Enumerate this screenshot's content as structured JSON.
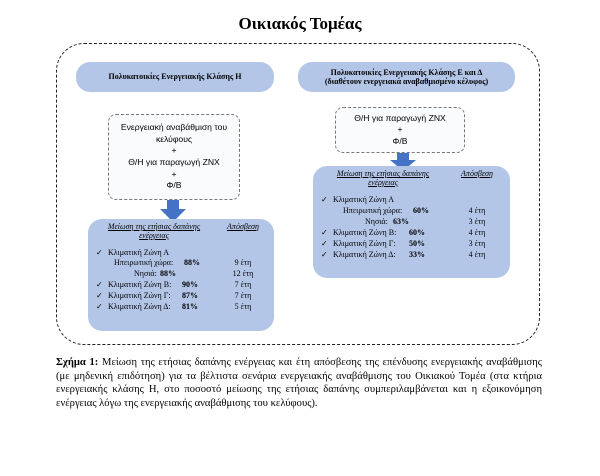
{
  "title": "Οικιακός Τομέας",
  "left": {
    "header": "Πολυκατοικίες Ενεργειακής Κλάσης Η",
    "measures": [
      "Ενεργειακή αναβάθμιση του κελύφους",
      "+",
      "Θ/Η για παραγωγή ZNX",
      "+",
      "Φ/Β"
    ],
    "result_header_col1": "Μείωση της ετήσιας δαπάνης ενέργειας",
    "result_header_col2": "Απόσβεση",
    "rows": [
      {
        "check": "✓",
        "text": "Κλιματική Ζώνη Α",
        "pct": "",
        "years": ""
      },
      {
        "check": "",
        "text": "Ηπειρωτική χώρα:",
        "pct": "88%",
        "years": "9 έτη"
      },
      {
        "check": "",
        "text": "Νησιά:",
        "pct": "88%",
        "years": "12 έτη"
      },
      {
        "check": "✓",
        "text": "Κλιματική Ζώνη Β:",
        "pct": "90%",
        "years": "7 έτη"
      },
      {
        "check": "✓",
        "text": "Κλιματική Ζώνη Γ:",
        "pct": "87%",
        "years": "7 έτη"
      },
      {
        "check": "✓",
        "text": "Κλιματική Ζώνη Δ:",
        "pct": "81%",
        "years": "5 έτη"
      }
    ]
  },
  "right": {
    "header_line1": "Πολυκατοικίες Ενεργειακής Κλάσης Ε και Δ",
    "header_line2": "(διαθέτουν ενεργειακά αναβαθμισμένο κέλυφος)",
    "measures": [
      "Θ/Η για παραγωγή ZNX",
      "+",
      "Φ/Β"
    ],
    "result_header_col1": "Μείωση της ετήσιας δαπάνης ενέργειας",
    "result_header_col2": "Απόσβεση",
    "rows": [
      {
        "check": "✓",
        "text": "Κλιματική Ζώνη Α",
        "pct": "",
        "years": ""
      },
      {
        "check": "",
        "text": "Ηπειρωτική χώρα:",
        "pct": "60%",
        "years": "4 έτη"
      },
      {
        "check": "",
        "text": "Νησιά:",
        "pct": "63%",
        "years": "3 έτη"
      },
      {
        "check": "✓",
        "text": "Κλιματική Ζώνη Β:",
        "pct": "60%",
        "years": "4 έτη"
      },
      {
        "check": "✓",
        "text": "Κλιματική Ζώνη Γ:",
        "pct": "50%",
        "years": "3 έτη"
      },
      {
        "check": "✓",
        "text": "Κλιματική Ζώνη Δ:",
        "pct": "33%",
        "years": "4 έτη"
      }
    ]
  },
  "caption": {
    "label": "Σχήμα 1:",
    "text": "Μείωση της ετήσιας δαπάνης ενέργειας και έτη απόσβεσης της επένδυσης ενεργειακής αναβάθμισης (με μηδενική επιδότηση) για τα βέλτιστα σενάρια ενεργειακής αναβάθμισης του Οικιακού Τομέα (στα κτήρια ενεργειακής κλάσης Η, στο ποσοστό μείωσης της ετήσιας δαπάνης συμπεριλαμβάνεται και η εξοικονόμηση ενέργειας λόγω της ενεργειακής αναβάθμισης του κελύφους)."
  },
  "colors": {
    "panel": "#b4c6e7",
    "arrow": "#4472c4"
  }
}
